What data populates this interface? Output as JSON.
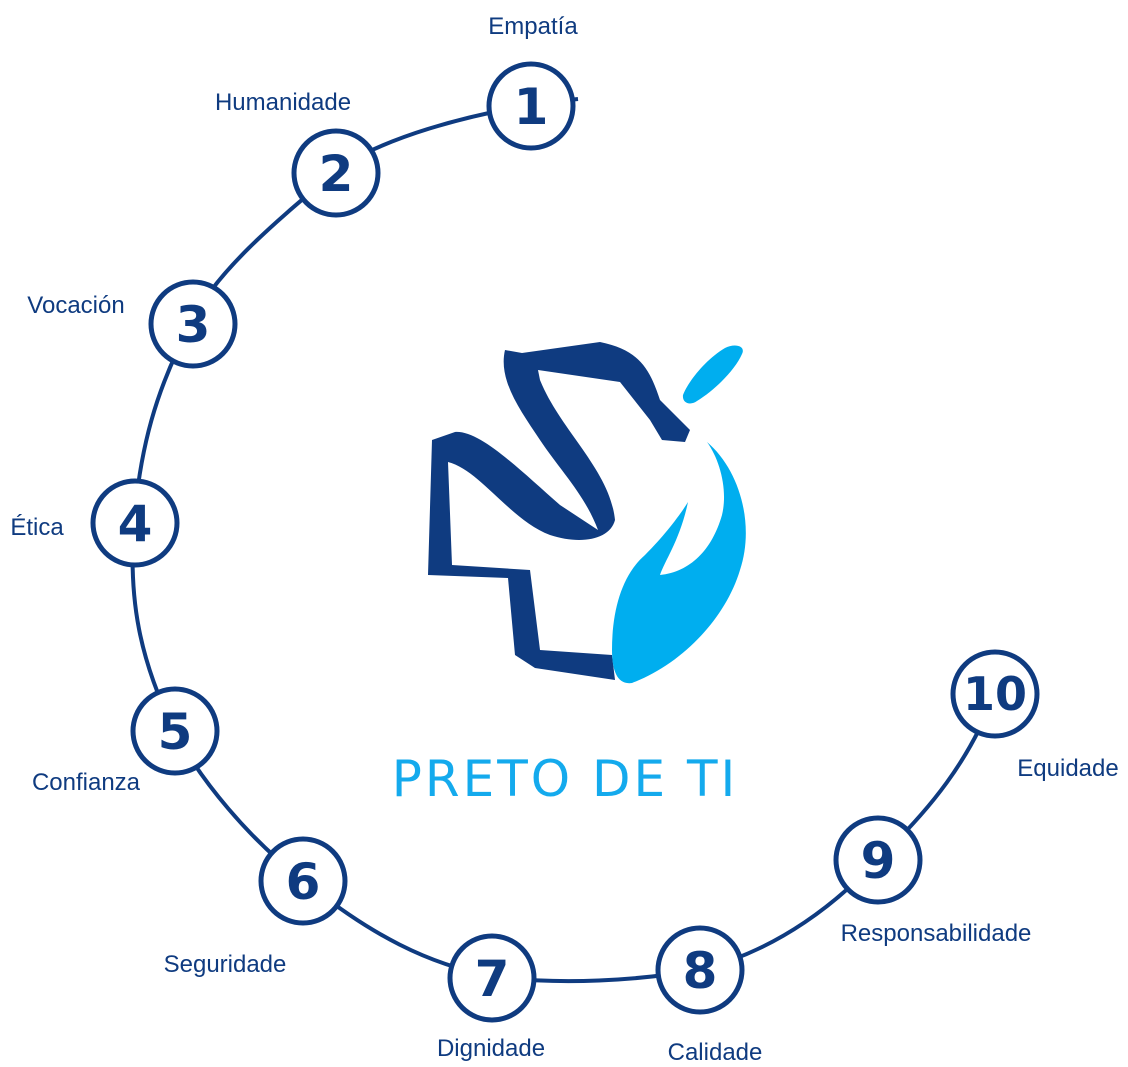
{
  "colors": {
    "navy": "#0f3b80",
    "sky": "#00aeef",
    "white": "#ffffff"
  },
  "logo": {
    "icon": "cross-dove-hand-icon",
    "text": "PRETO DE TI"
  },
  "steps": [
    {
      "number": "1",
      "label": "Empatía"
    },
    {
      "number": "2",
      "label": "Humanidade"
    },
    {
      "number": "3",
      "label": "Vocación"
    },
    {
      "number": "4",
      "label": "Ética"
    },
    {
      "number": "5",
      "label": "Confianza"
    },
    {
      "number": "6",
      "label": "Seguridade"
    },
    {
      "number": "7",
      "label": "Dignidade"
    },
    {
      "number": "8",
      "label": "Calidade"
    },
    {
      "number": "9",
      "label": "Responsabilidade"
    },
    {
      "number": "10",
      "label": "Equidade"
    }
  ]
}
